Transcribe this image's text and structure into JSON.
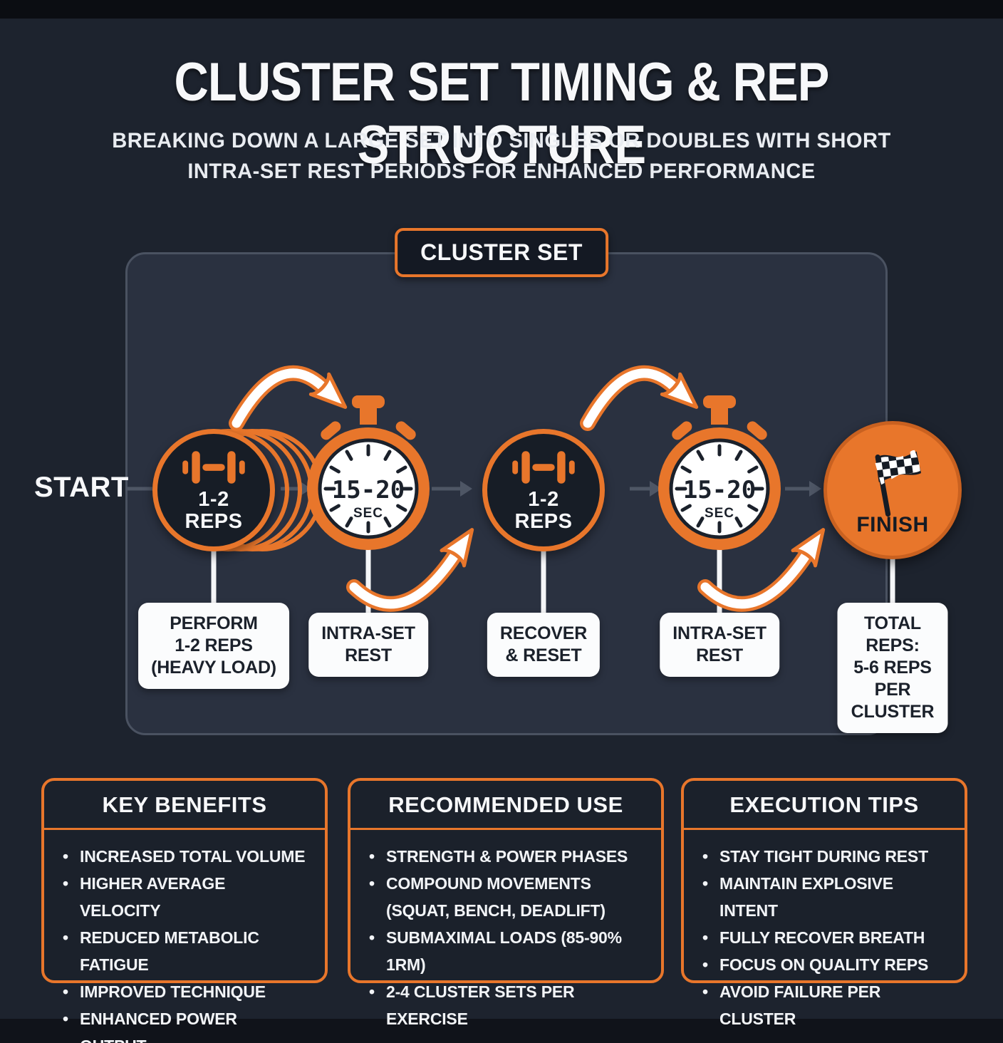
{
  "header": {
    "title": "CLUSTER SET TIMING & REP STRUCTURE",
    "subtitle_line1": "BREAKING DOWN A LARGE SET INTO SINGLES OR DOUBLES WITH SHORT",
    "subtitle_line2": "INTRA-SET REST PERIODS FOR ENHANCED PERFORMANCE"
  },
  "colors": {
    "accent_orange": "#E8762B",
    "background": "#1D232E",
    "panel": "#2A3140",
    "node_dark": "#171D26",
    "arrow_gray": "#4E5665",
    "label_white": "#FBFCFD"
  },
  "flow": {
    "badge_label": "CLUSTER SET",
    "start_label": "START",
    "finish_label": "FINISH",
    "nodes": [
      {
        "icon": "dumbbell-icon",
        "line1": "1-2",
        "line2": "REPS",
        "caption": "PERFORM\n1-2 REPS\n(HEAVY LOAD)"
      },
      {
        "icon": "stopwatch-icon",
        "time": "15-20",
        "unit": "SEC",
        "caption": "INTRA-SET\nREST"
      },
      {
        "icon": "dumbbell-icon",
        "line1": "1-2",
        "line2": "REPS",
        "caption": "RECOVER\n& RESET"
      },
      {
        "icon": "stopwatch-icon",
        "time": "15-20",
        "unit": "SEC",
        "caption": "INTRA-SET\nREST"
      },
      {
        "icon": "finish-flag-icon",
        "caption": "TOTAL REPS:\n5-6 REPS\nPER CLUSTER"
      }
    ]
  },
  "cards": [
    {
      "title": "KEY BENEFITS",
      "items": [
        "INCREASED TOTAL VOLUME",
        "HIGHER AVERAGE VELOCITY",
        "REDUCED METABOLIC FATIGUE",
        "IMPROVED TECHNIQUE",
        "ENHANCED POWER OUTPUT"
      ]
    },
    {
      "title": "RECOMMENDED USE",
      "items": [
        "STRENGTH & POWER PHASES",
        "COMPOUND MOVEMENTS\n(SQUAT, BENCH, DEADLIFT)",
        "SUBMAXIMAL LOADS (85-90% 1RM)",
        "2-4 CLUSTER SETS PER EXERCISE"
      ]
    },
    {
      "title": "EXECUTION TIPS",
      "items": [
        "STAY TIGHT DURING REST",
        "MAINTAIN EXPLOSIVE INTENT",
        "FULLY RECOVER BREATH",
        "FOCUS ON QUALITY REPS",
        "AVOID FAILURE PER CLUSTER"
      ]
    }
  ]
}
